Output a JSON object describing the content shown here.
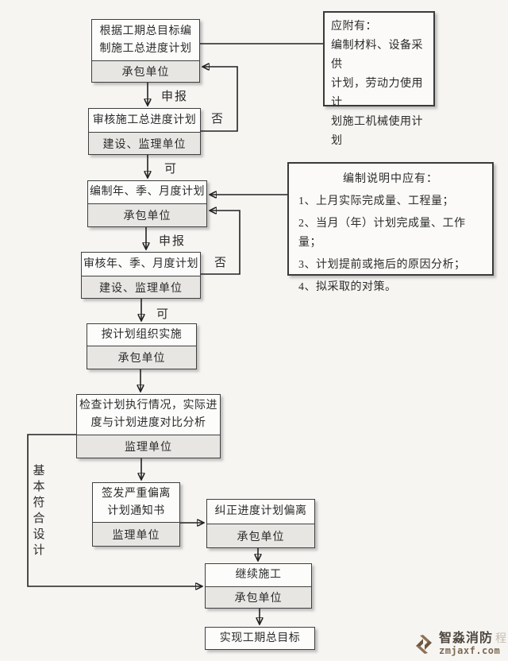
{
  "colors": {
    "page_bg": "#f7f5f2",
    "box_border": "#3f3f3f",
    "actor_fill": "#e8e6e3",
    "connector": "#222222",
    "watermark_brown": "#8d7156"
  },
  "flow": {
    "box1": {
      "title": "根据工期总目标编\n制施工总进度计划",
      "actor": "承包单位"
    },
    "box2": {
      "title": "审核施工总进度计划",
      "actor": "建设、监理单位"
    },
    "box3": {
      "title": "编制年、季、月度计划",
      "actor": "承包单位"
    },
    "box4": {
      "title": "审核年、季、月度计划",
      "actor": "建设、监理单位"
    },
    "box5": {
      "title": "按计划组织实施",
      "actor": "承包单位"
    },
    "box6": {
      "title": "检查计划执行情况，实际进\n度与计划进度对比分析",
      "actor": "监理单位"
    },
    "box7": {
      "title": "签发严重偏离\n计划通知书",
      "actor": "监理单位"
    },
    "box8": {
      "title": "纠正进度计划偏离",
      "actor": "承包单位"
    },
    "box9": {
      "title": "继续施工",
      "actor": "承包单位"
    },
    "box10": {
      "title": "实现工期总目标"
    }
  },
  "labels": {
    "declare1": "申报",
    "no1": "否",
    "yes1": "可",
    "declare2": "申报",
    "no2": "否",
    "yes2": "可",
    "side": "基\n本\n符\n合\n设\n计"
  },
  "notes": {
    "attachment": {
      "text": "应附有：\n编制材料、设备采供\n计划，劳动力使用计\n划施工机械使用计\n划"
    },
    "explanation": {
      "title": "编制说明中应有：",
      "items": [
        "1、上月实际完成量、工程量；",
        "2、当月（年）计划完成量、工作量；",
        "3、计划提前或拖后的原因分析；",
        "4、拟采取的对策。"
      ]
    }
  },
  "watermark": {
    "brand": "智淼消防",
    "faint": "程",
    "domain": "zmjaxf.com"
  }
}
